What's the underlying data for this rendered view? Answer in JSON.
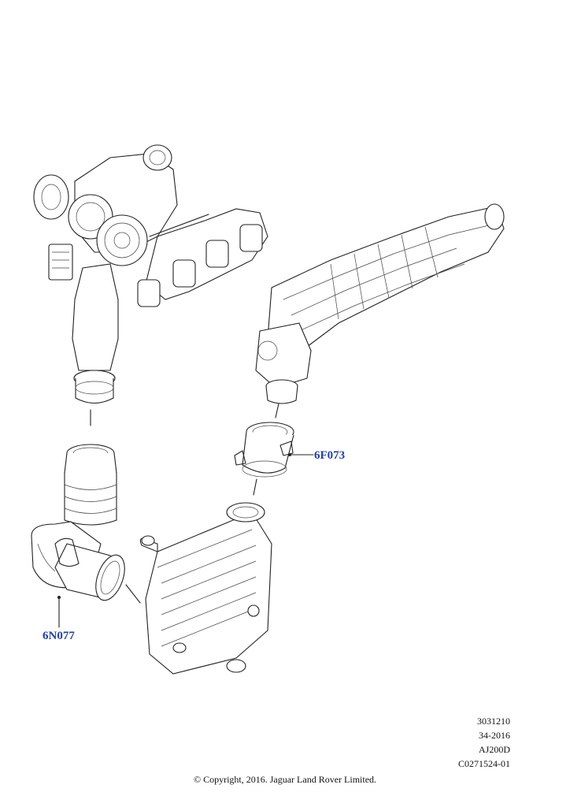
{
  "callouts": {
    "part_6F073": "6F073",
    "part_6N077": "6N077"
  },
  "reference": {
    "line1": "3031210",
    "line2": "34-2016",
    "line3": "AJ200D",
    "line4": "C0271524-01"
  },
  "copyright": "© Copyright, 2016. Jaguar Land Rover Limited.",
  "colors": {
    "callout": "#1f3fb0",
    "linework": "#222222"
  }
}
